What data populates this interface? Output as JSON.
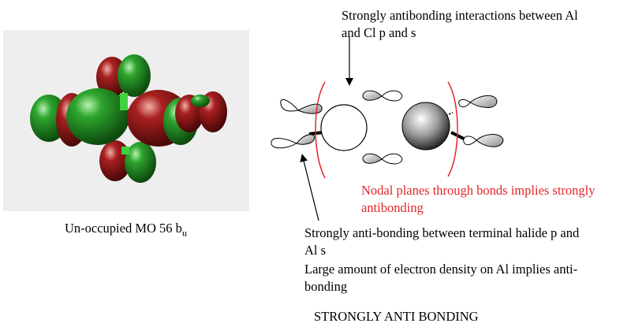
{
  "orbital_panel": {
    "caption_main": "Un-occupied MO 56 b",
    "caption_sub": "u",
    "colors": {
      "background": "#eeeeee",
      "positive_lobe": "#1f8a1f",
      "negative_lobe": "#9b1b1b"
    }
  },
  "diagram": {
    "annotation_top": [
      "Strongly antibonding interactions between Al",
      "and Cl p and s"
    ],
    "annotation_nodal": [
      "Nodal planes through bonds implies strongly",
      "antibonding"
    ],
    "annotation_terminal": [
      "Strongly anti-bonding between terminal halide p and",
      "Al s"
    ],
    "annotation_density": [
      "Large amount of electron density on Al implies anti-",
      "bonding"
    ],
    "summary": "STRONGLY ANTI BONDING",
    "colors": {
      "nodal_plane": "#e3262b",
      "text_red": "#e3262b",
      "ink": "#000000"
    }
  }
}
